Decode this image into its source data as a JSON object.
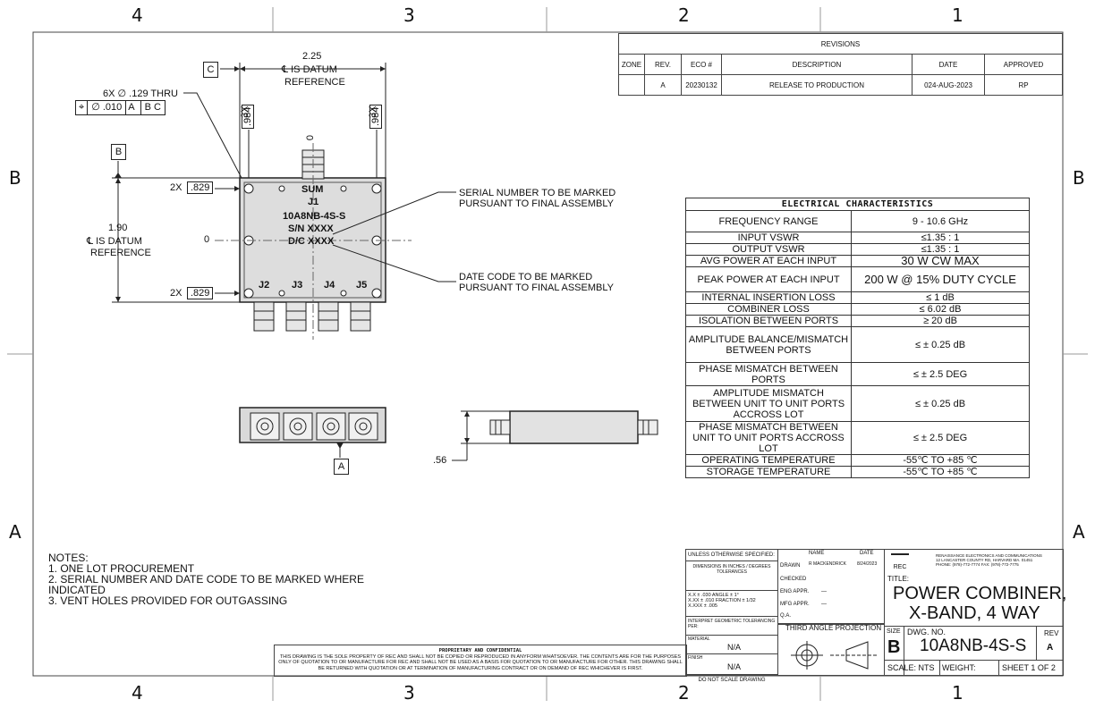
{
  "zones": {
    "top": [
      "4",
      "3",
      "2",
      "1"
    ],
    "side": [
      "B",
      "A"
    ]
  },
  "revisions": {
    "title": "REVISIONS",
    "headers": [
      "ZONE",
      "REV.",
      "ECO #",
      "DESCRIPTION",
      "DATE",
      "APPROVED"
    ],
    "row": [
      "",
      "A",
      "20230132",
      "RELEASE TO PRODUCTION",
      "024-AUG-2023",
      "RP"
    ]
  },
  "drawing": {
    "datum_c": "C",
    "datum_b": "B",
    "datum_a": "A",
    "dim_225": "2.25",
    "dim_225_note1": "℄ IS DATUM",
    "dim_225_note2": "REFERENCE",
    "hole_callout": "6X ∅ .129 THRU",
    "fcf_symbol": "⌖",
    "fcf_tol": "∅ .010",
    "fcf_a": "A",
    "fcf_bc": "B C",
    "dim_984": ".984",
    "dim_3x": "3X",
    "dim_2x": "2X",
    "dim_829": ".829",
    "dim_190": "1.90",
    "dim_190_note1": "℄ IS DATUM",
    "dim_190_note2": "REFERENCE",
    "zero": "0",
    "port_sum": "SUM",
    "port_j1": "J1",
    "part_marking": "10A8NB-4S-S",
    "sn_marking": "S/N XXXX",
    "dc_marking": "D/C XXXX",
    "ports_bottom": [
      "J2",
      "J3",
      "J4",
      "J5"
    ],
    "serial_note1": "SERIAL NUMBER TO BE MARKED",
    "serial_note2": "PURSUANT TO FINAL ASSEMBLY",
    "date_note1": "DATE CODE TO BE MARKED",
    "date_note2": "PURSUANT TO FINAL ASSEMBLY",
    "dim_56": ".56"
  },
  "electrical": {
    "title": "ELECTRICAL CHARACTERISTICS",
    "rows": [
      [
        "FREQUENCY RANGE",
        "9 - 10.6 GHz"
      ],
      [
        "INPUT VSWR",
        "≤1.35 : 1"
      ],
      [
        "OUTPUT VSWR",
        "≤1.35 : 1"
      ],
      [
        "AVG POWER AT EACH INPUT",
        "30 W CW MAX"
      ],
      [
        "PEAK POWER AT EACH INPUT",
        "200 W @ 15% DUTY CYCLE"
      ],
      [
        "INTERNAL INSERTION LOSS",
        "≤ 1 dB"
      ],
      [
        "COMBINER LOSS",
        "≤ 6.02 dB"
      ],
      [
        "ISOLATION BETWEEN PORTS",
        "≥ 20 dB"
      ],
      [
        "AMPLITUDE BALANCE/MISMATCH BETWEEN PORTS",
        "≤ ± 0.25 dB"
      ],
      [
        "PHASE MISMATCH BETWEEN PORTS",
        "≤ ± 2.5 DEG"
      ],
      [
        "AMPLITUDE MISMATCH BETWEEN UNIT TO UNIT PORTS ACCROSS LOT",
        "≤ ± 0.25 dB"
      ],
      [
        "PHASE MISMATCH BETWEEN UNIT TO UNIT PORTS ACCROSS LOT",
        "≤ ± 2.5 DEG"
      ],
      [
        "OPERATING TEMPERATURE",
        "-55℃ TO +85 ℃"
      ],
      [
        "STORAGE TEMPERATURE",
        "-55℃ TO +85 ℃"
      ]
    ]
  },
  "notes": {
    "title": "NOTES:",
    "items": [
      "1.   ONE LOT PROCUREMENT",
      "2.   SERIAL NUMBER AND DATE CODE TO BE MARKED WHERE INDICATED",
      "3.   VENT HOLES PROVIDED FOR OUTGASSING"
    ]
  },
  "proprietary": {
    "title": "PROPRIETARY AND CONFIDENTIAL",
    "body": "THIS DRAWING IS THE SOLE PROPERTY OF REC AND SHALL NOT BE COPIED OR REPRODUCED IN ANYFORM WHATSOEVER. THE CONTENTS ARE FOR THE PURPOSES ONLY OF QUOTATION TO OR MANUFACTURE FOR REC AND SHALL NOT BE USED AS A BASIS FOR QUOTATION TO OR MANUFACTURE FOR OTHER. THIS DRAWING SHALL BE RETURNED WITH QUOTATION OR AT TERMINATION OF MANUFACTURING CONTRACT OR ON DEMAND OF REC WHICHEVER IS FIRST."
  },
  "titleblock": {
    "unless": "UNLESS OTHERWISE SPECIFIED:",
    "dims": "DIMENSIONS IN INCHES / DEGREES TOLERANCES",
    "tol1": "X.X  ± .030   ANGLE  ± 1°",
    "tol2": "X.XX  ± .010   FRACTION ± 1/32",
    "tol3": "X.XXX ± .005",
    "interpret": "INTERPRET GEOMETRIC TOLERANCING PER:",
    "material_lbl": "MATERIAL",
    "material": "N/A",
    "finish_lbl": "FINISH",
    "finish": "N/A",
    "noscale": "DO NOT SCALE DRAWING",
    "name_hdr": "NAME",
    "date_hdr": "DATE",
    "drawn": "DRAWN",
    "drawn_name": "R MACKENDRICK",
    "drawn_date": "8/24/2023",
    "checked": "CHECKED",
    "eng": "ENG APPR.",
    "eng_name": "—",
    "mfg": "MFG APPR.",
    "mfg_name": "—",
    "qa": "Q.A.",
    "projection": "THIRD ANGLE PROJECTION",
    "logo": "REC",
    "company1": "RENAISSANCE ELECTRONICS AND COMMUNICATIONS",
    "company2": "12 LANCASTER COUNTY RD, HARVARD MA. 01451",
    "company3": "PHONE: (978)-772-7774     FAX: (978)-772-7775",
    "title_lbl": "TITLE:",
    "title1": "POWER COMBINER,",
    "title2": "X-BAND, 4 WAY",
    "size_lbl": "SIZE",
    "size": "B",
    "dwg_lbl": "DWG. NO.",
    "dwg": "10A8NB-4S-S",
    "rev_lbl": "REV",
    "rev": "A",
    "scale": "SCALE: NTS",
    "weight": "WEIGHT:",
    "sheet": "SHEET 1 OF 2"
  }
}
